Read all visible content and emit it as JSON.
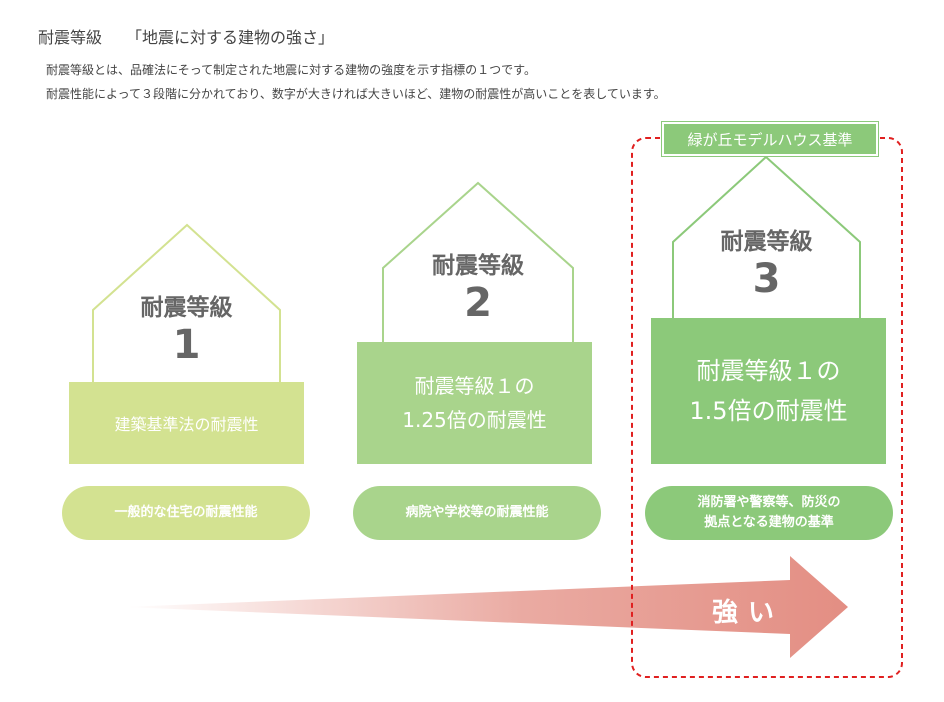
{
  "header": {
    "title": "耐震等級　　「地震に対する建物の強さ」",
    "desc_line1": "耐震等級とは、品確法にそって制定された地震に対する建物の強度を示す指標の１つです。",
    "desc_line2": "耐震性能によって３段階に分かれており、数字が大きければ大きいほど、建物の耐震性が高いことを表しています。"
  },
  "badge": "緑が丘モデルハウス基準",
  "grades": [
    {
      "word": "耐震等級",
      "number": "1",
      "box_line1": "建築基準法の耐震性",
      "box_line2": "",
      "pill_line1": "一般的な住宅の耐震性能",
      "pill_line2": ""
    },
    {
      "word": "耐震等級",
      "number": "2",
      "box_line1": "耐震等級１の",
      "box_line2": "1.25倍の耐震性",
      "pill_line1": "病院や学校等の耐震性能",
      "pill_line2": ""
    },
    {
      "word": "耐震等級",
      "number": "3",
      "box_line1": "耐震等級１の",
      "box_line2": "1.5倍の耐震性",
      "pill_line1": "消防署や警察等、防災の",
      "pill_line2": "拠点となる建物の基準"
    }
  ],
  "arrow_label": "強い",
  "colors": {
    "grade1": "#d3e291",
    "grade2": "#a9d48c",
    "grade3": "#8cc97a",
    "arrow": "#e38e83",
    "dashed_frame": "#e02020"
  }
}
